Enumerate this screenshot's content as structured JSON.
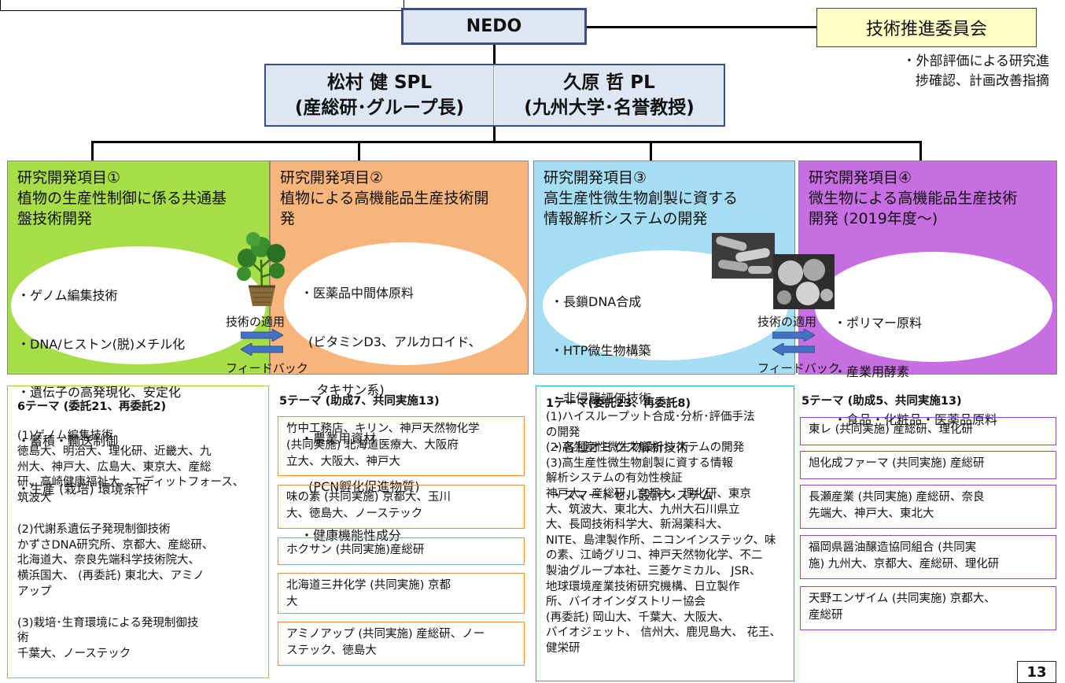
{
  "header": {
    "nedo": "NEDO",
    "committee": "技術推進委員会",
    "committee_note": [
      "・外部評価による研究進",
      "捗確認、計画改善指摘"
    ]
  },
  "leaders": [
    {
      "name": "松村 健 SPL",
      "affiliation": "(産総研･グループ長)"
    },
    {
      "name": "久原 哲 PL",
      "affiliation": "(九州大学･名誉教授)"
    }
  ],
  "items": [
    {
      "title": "研究開発項目①\n植物の生産性制御に係る共通基\n盤技術開発",
      "color": "#a7dd47",
      "bullets": [
        "・ゲノム編集技術",
        "・DNA/ヒストン(脱)メチル化",
        "・遺伝子の高発現化、安定化",
        "・蓄積・輸送制御",
        "・生産 (栽培) 環境条件"
      ]
    },
    {
      "title": "研究開発項目②\n植物による高機能品生産技術開\n発",
      "color": "#f7b57c",
      "bullets": [
        "・医薬品中間体原料",
        "  (ビタミンD3、アルカロイド、",
        "    タキサン系)",
        "・農業用資材",
        "  (PCN孵化促進物質)",
        "・健康機能性成分"
      ]
    },
    {
      "title": "研究開発項目③\n高生産性微生物創製に資する\n情報解析システムの開発",
      "color": "#a5ddf3",
      "bullets": [
        "・長鎖DNA合成",
        "・HTP微生物構築",
        "・非侵襲評価技術",
        "・各種オミクス解析技術",
        "・スマートセル設計システム"
      ]
    },
    {
      "title": "研究開発項目④\n微生物による高機能品生産技術\n開発 (2019年度～)",
      "color": "#c86ee3",
      "bullets": [
        "・ポリマー原料",
        "・産業用酵素",
        "・食品・化粧品・医薬品原料"
      ]
    }
  ],
  "flow_labels": {
    "apply": "技術の適用",
    "feedback": "フィードバック"
  },
  "columns": {
    "c1": {
      "title": "6テーマ (委託21、再委託2)",
      "text": "(1)ゲノム編集技術\n徳島大、明治大、理化研、近畿大、九\n州大、神戸大、広島大、東京大、産総\n研、高崎健康福祉大、エディットフォース、\n筑波大\n\n(2)代謝系遺伝子発現制御技術\nかずさDNA研究所、京都大、産総研、\n北海道大、奈良先端科学技術院大、\n横浜国大、 (再委託) 東北大、アミノ\nアップ\n\n(3)栽培･生育環境による発現制御技\n術\n千葉大、ノーステック"
    },
    "c2": {
      "title": "5テーマ (助成7、共同実施13)",
      "boxes": [
        "竹中工務店、キリン、神戸天然物化学\n(共同実施) 北海道医療大、大阪府\n立大、大阪大、神戸大",
        "味の素  (共同実施) 京都大、玉川\n大、徳島大、ノーステック",
        "ホクサン (共同実施)産総研",
        "北海道三井化学 (共同実施) 京都\n大",
        "アミノアップ (共同実施) 産総研、ノー\nステック、徳島大"
      ]
    },
    "c3": {
      "title": "1テーマ(委託23、再委託8)",
      "text": "(1)ハイスループット合成･分析･評価手法\nの開発\n(2)高生産性微生物設計システムの開発\n(3)高生産性微生物創製に資する情報\n解析システムの有効性検証\n神戸大、産総研、京都大、理化研、東京\n大、筑波大、東北大、九州大石川県立\n大、長岡技術科学大、新潟薬科大、\nNITE、島津製作所、ニコンインステック、味\nの素、江崎グリコ、神戸天然物化学、不二\n製油グループ本社、三菱ケミカル、 JSR、\n地球環境産業技術研究機構、日立製作\n所、バイオインダストリー協会\n (再委託) 岡山大、千葉大、大阪大、\nバイオジェット、 信州大、鹿児島大、 花王、\n健栄研"
    },
    "c4": {
      "title": "5テーマ (助成5、共同実施13)",
      "boxes": [
        "東レ (共同実施) 産総研、理化研",
        "旭化成ファーマ (共同実施) 産総研",
        "長瀬産業 (共同実施) 産総研、奈良\n先端大、神戸大、東北大",
        "福岡県醤油醸造協同組合 (共同実\n施) 九州大、京都大、産総研、理化研",
        "天野エンザイム (共同実施) 京都大、\n産総研"
      ]
    }
  },
  "page_number": "13",
  "colors": {
    "navy": "#3a4f8a",
    "green_border": "#8fd14f",
    "orange_border": "#f08a3c",
    "blue_border": "#2aa6d9",
    "purple_border": "#9a45c9"
  }
}
